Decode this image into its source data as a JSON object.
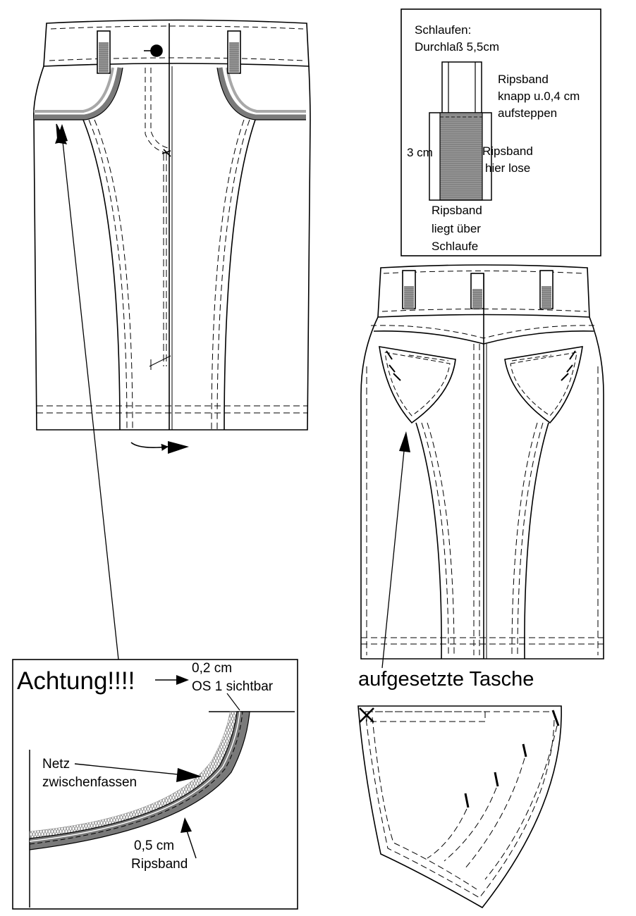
{
  "loop_box": {
    "title_line1": "Schlaufen:",
    "title_line2": "Durchlaß 5,5cm",
    "note_top_line1": "Ripsband",
    "note_top_line2": "knapp u.0,4 cm",
    "note_top_line3": "aufsteppen",
    "height_label": "3 cm",
    "note_right_line1": "Ripsband",
    "note_right_line2": "hier lose",
    "note_bottom_line1": "Ripsband",
    "note_bottom_line2": "liegt über",
    "note_bottom_line3": "Schlaufe"
  },
  "back_view": {
    "caption": "aufgesetzte Tasche"
  },
  "detail_box": {
    "warning": "Achtung!!!!",
    "spec_line1": "0,2 cm",
    "spec_line2": "OS 1 sichtbar",
    "mesh_line1": "Netz",
    "mesh_line2": "zwischenfassen",
    "tape_line1": "0,5 cm",
    "tape_line2": "Ripsband"
  },
  "colors": {
    "line": "#000000",
    "tape": "#7a7a7a",
    "tape_light": "#a8a8a8",
    "mesh": "#9a9a9a",
    "paper": "#ffffff"
  }
}
